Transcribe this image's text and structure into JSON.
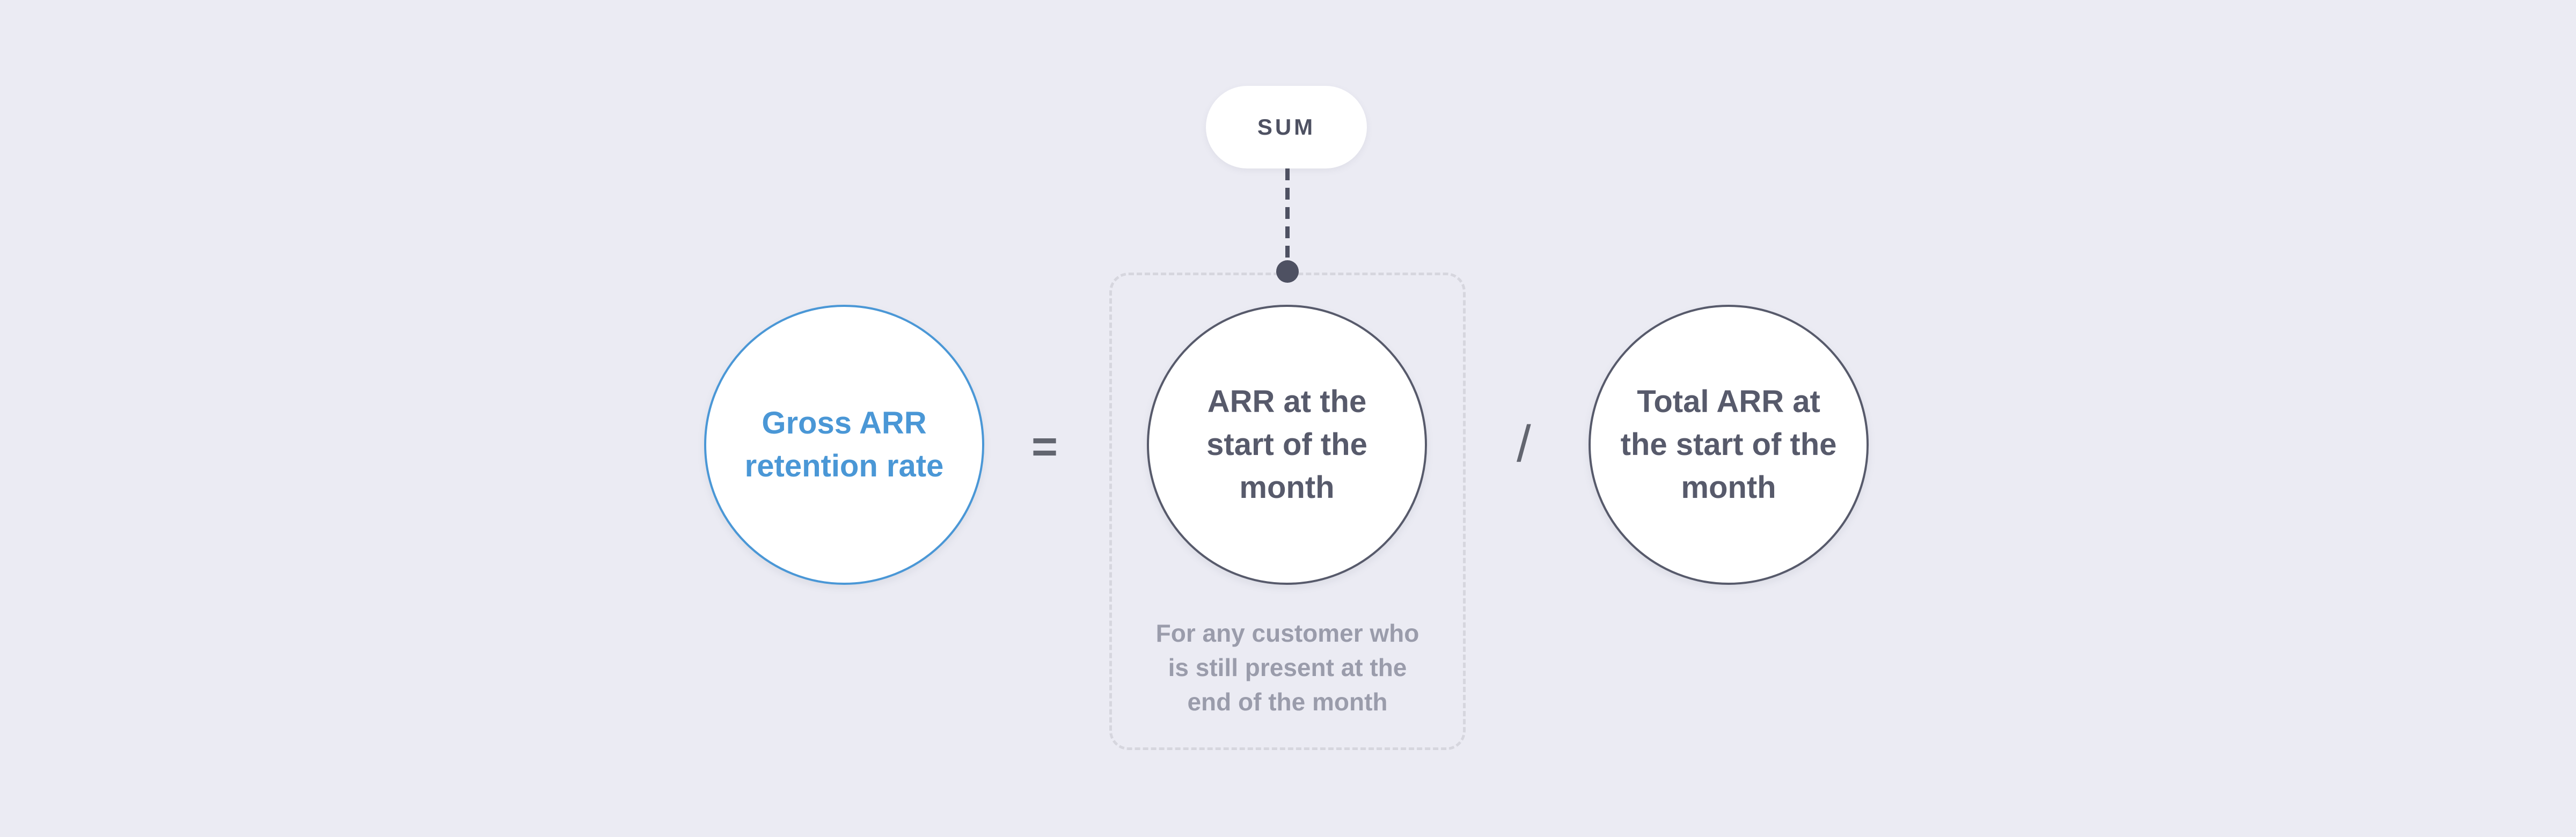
{
  "formula": {
    "result": "Gross ARR\nretention rate",
    "equals": "=",
    "numerator": "ARR at the\nstart of the\nmonth",
    "divide": "/",
    "denominator": "Total ARR at\nthe start of the\nmonth"
  },
  "annotation": {
    "label": "SUM",
    "note": "For any customer who\nis still present at the\nend of the month"
  },
  "colors": {
    "background": "#ebebf3",
    "accent": "#4a97d6",
    "term_border": "#575a6b",
    "note_text": "#9a9cab",
    "group_border": "#d6d6de"
  }
}
